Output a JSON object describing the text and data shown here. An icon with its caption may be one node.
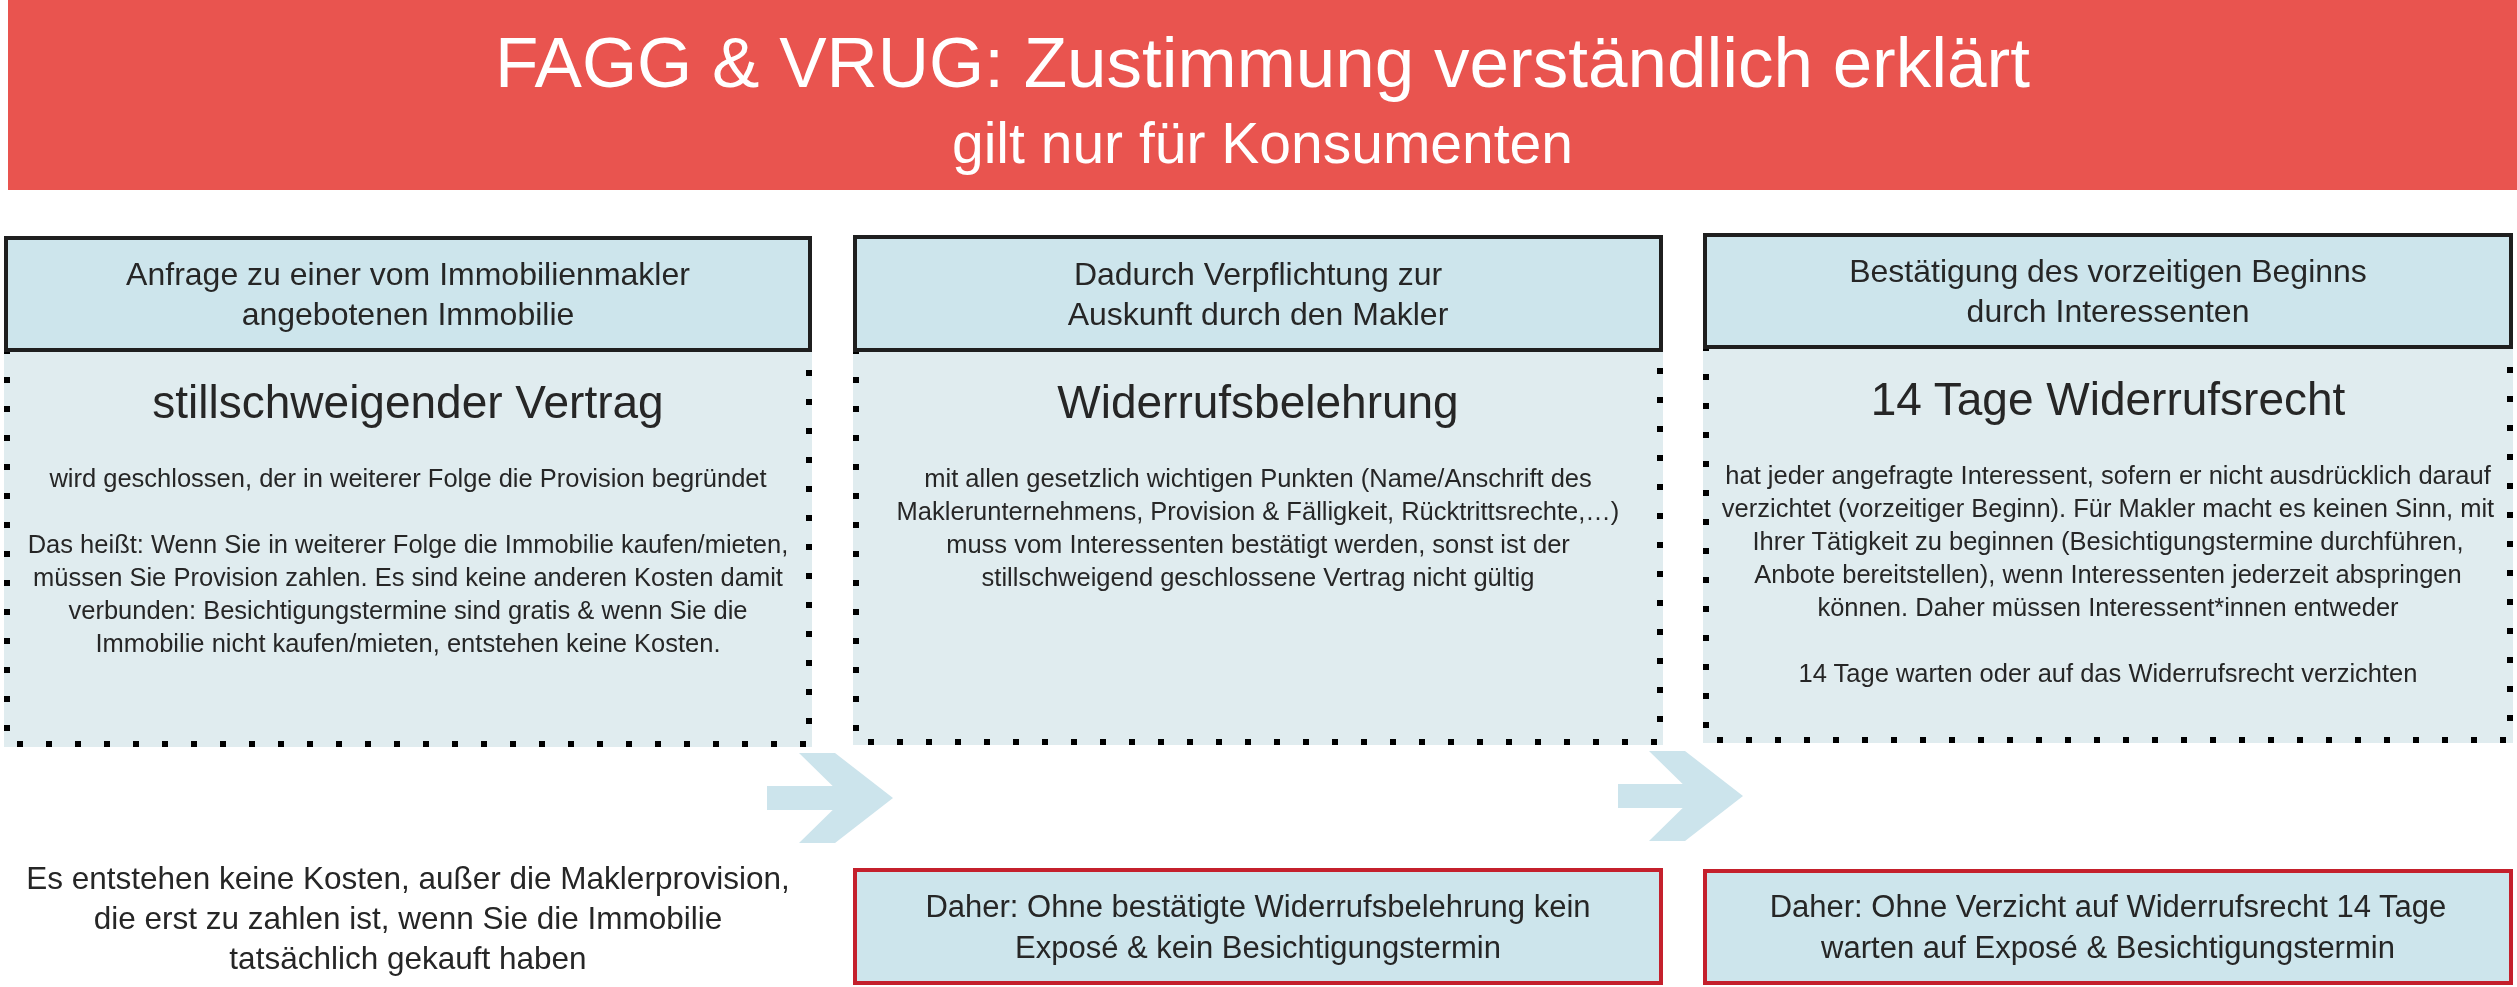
{
  "diagram": {
    "title": "FAGG & VRUG: Zustimmung verständlich erklärt",
    "nodes": [
      {
        "text": [
          "Anfrage zu einer vom Immobilienmakler angebotenen Immobilie"
        ]
      },
      {
        "text": [
          "stillschweigender Vertrag",
          "wird geschlossen, der in weiterer Folge die Provision begründet",
          "Das heißt: Wenn Sie in weiterer Folge die Immobilie kaufen/mieten, müssen Sie Provision zahlen. Es sind keine anderen Kosten damit verbunden: Besichtigungstermine sind gratis & wenn Sie die Immobilie nicht kaufen/mieten, entstehen keine Kosten."
        ]
      },
      {
        "text": [
          "Dadurch Verpflichtung zur Auskunft durch den Makler"
        ]
      },
      {
        "text": [
          "Widerrufsbelehrung",
          "mit allen gesetzlich wichtigen Punkten (Name/Anschrift des Maklerunternehmens, Provision & Fälligkeit, Rücktrittsrechte,…) muss vom Interessenten bestätigt werden, sonst ist der stillschweigend geschlossene Vertrag nicht gültig"
        ]
      },
      {
        "text": [
          "Bestätigung des vorzeitigen Beginns durch Interessenten"
        ]
      },
      {
        "text": [
          "14 Tage Widerrufsrecht",
          "hat jeder angefragte Interessent, sofern er nicht ausdrücklich darauf verzichtet (vorzeitiger Beginn). Für Makler macht es keinen Sinn, mit Ihrer Tätigkeit zu beginnen (Besichtigungstermine durchführen, Anbote bereitstellen), wenn Interessenten jederzeit abspringen können. Daher müssen Interessent*innen entweder",
          "14 Tage warten oder auf das Widerrufsrecht verzichten"
        ]
      },
      {
        "text": [
          "Daher: Ohne bestätigte Widerrufsbelehrung kein Exposé & kein Besichtigungstermin"
        ]
      },
      {
        "text": [
          "Daher: Ohne Verzicht auf Widerrufsrecht 14 Tage warten auf Exposé & Besichtigungstermin"
        ]
      }
    ],
    "edges": [
      {
        "from": 1,
        "to": 3,
        "arrow": "to"
      },
      {
        "from": 3,
        "to": 5,
        "arrow": "to"
      }
    ],
    "labels": [
      "gilt nur für Konsumenten",
      "Es entstehen keine Kosten, außer die Maklerprovision, die erst zu zahlen ist, wenn Sie die Immobilie tatsächlich gekauft haben"
    ]
  }
}
